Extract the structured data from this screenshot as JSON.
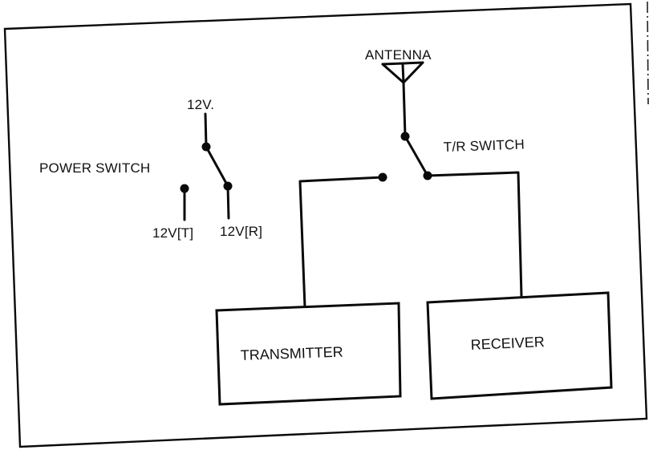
{
  "diagram": {
    "title": "Transceiver power and T/R switching block diagram",
    "colors": {
      "ink": "#0a0a0a",
      "paper": "#ffffff"
    },
    "labels": {
      "antenna": "ANTENNA",
      "tr_switch": "T/R SWITCH",
      "power_switch": "POWER SWITCH",
      "supply": "12V.",
      "supply_transmit": "12V[T]",
      "supply_receive": "12V[R]",
      "transmitter": "TRANSMITTER",
      "receiver": "RECEIVER"
    },
    "components": [
      {
        "id": "antenna",
        "type": "antenna-symbol",
        "label": "ANTENNA"
      },
      {
        "id": "tr-switch",
        "type": "spdt-switch",
        "label": "T/R SWITCH",
        "common": "antenna",
        "position": "receiver"
      },
      {
        "id": "power-switch",
        "type": "spdt-switch",
        "label": "POWER SWITCH",
        "common": "12V.",
        "position": "12V[R]"
      },
      {
        "id": "transmitter",
        "type": "block",
        "label": "TRANSMITTER"
      },
      {
        "id": "receiver",
        "type": "block",
        "label": "RECEIVER"
      }
    ],
    "connections": [
      {
        "from": "antenna",
        "to": "tr-switch.common"
      },
      {
        "from": "tr-switch.transmit-contact",
        "to": "transmitter"
      },
      {
        "from": "tr-switch.receive-contact",
        "to": "receiver"
      },
      {
        "from": "12V.",
        "to": "power-switch.common"
      },
      {
        "from": "power-switch.transmit-contact",
        "to": "12V[T]"
      },
      {
        "from": "power-switch.receive-contact",
        "to": "12V[R]"
      }
    ]
  }
}
